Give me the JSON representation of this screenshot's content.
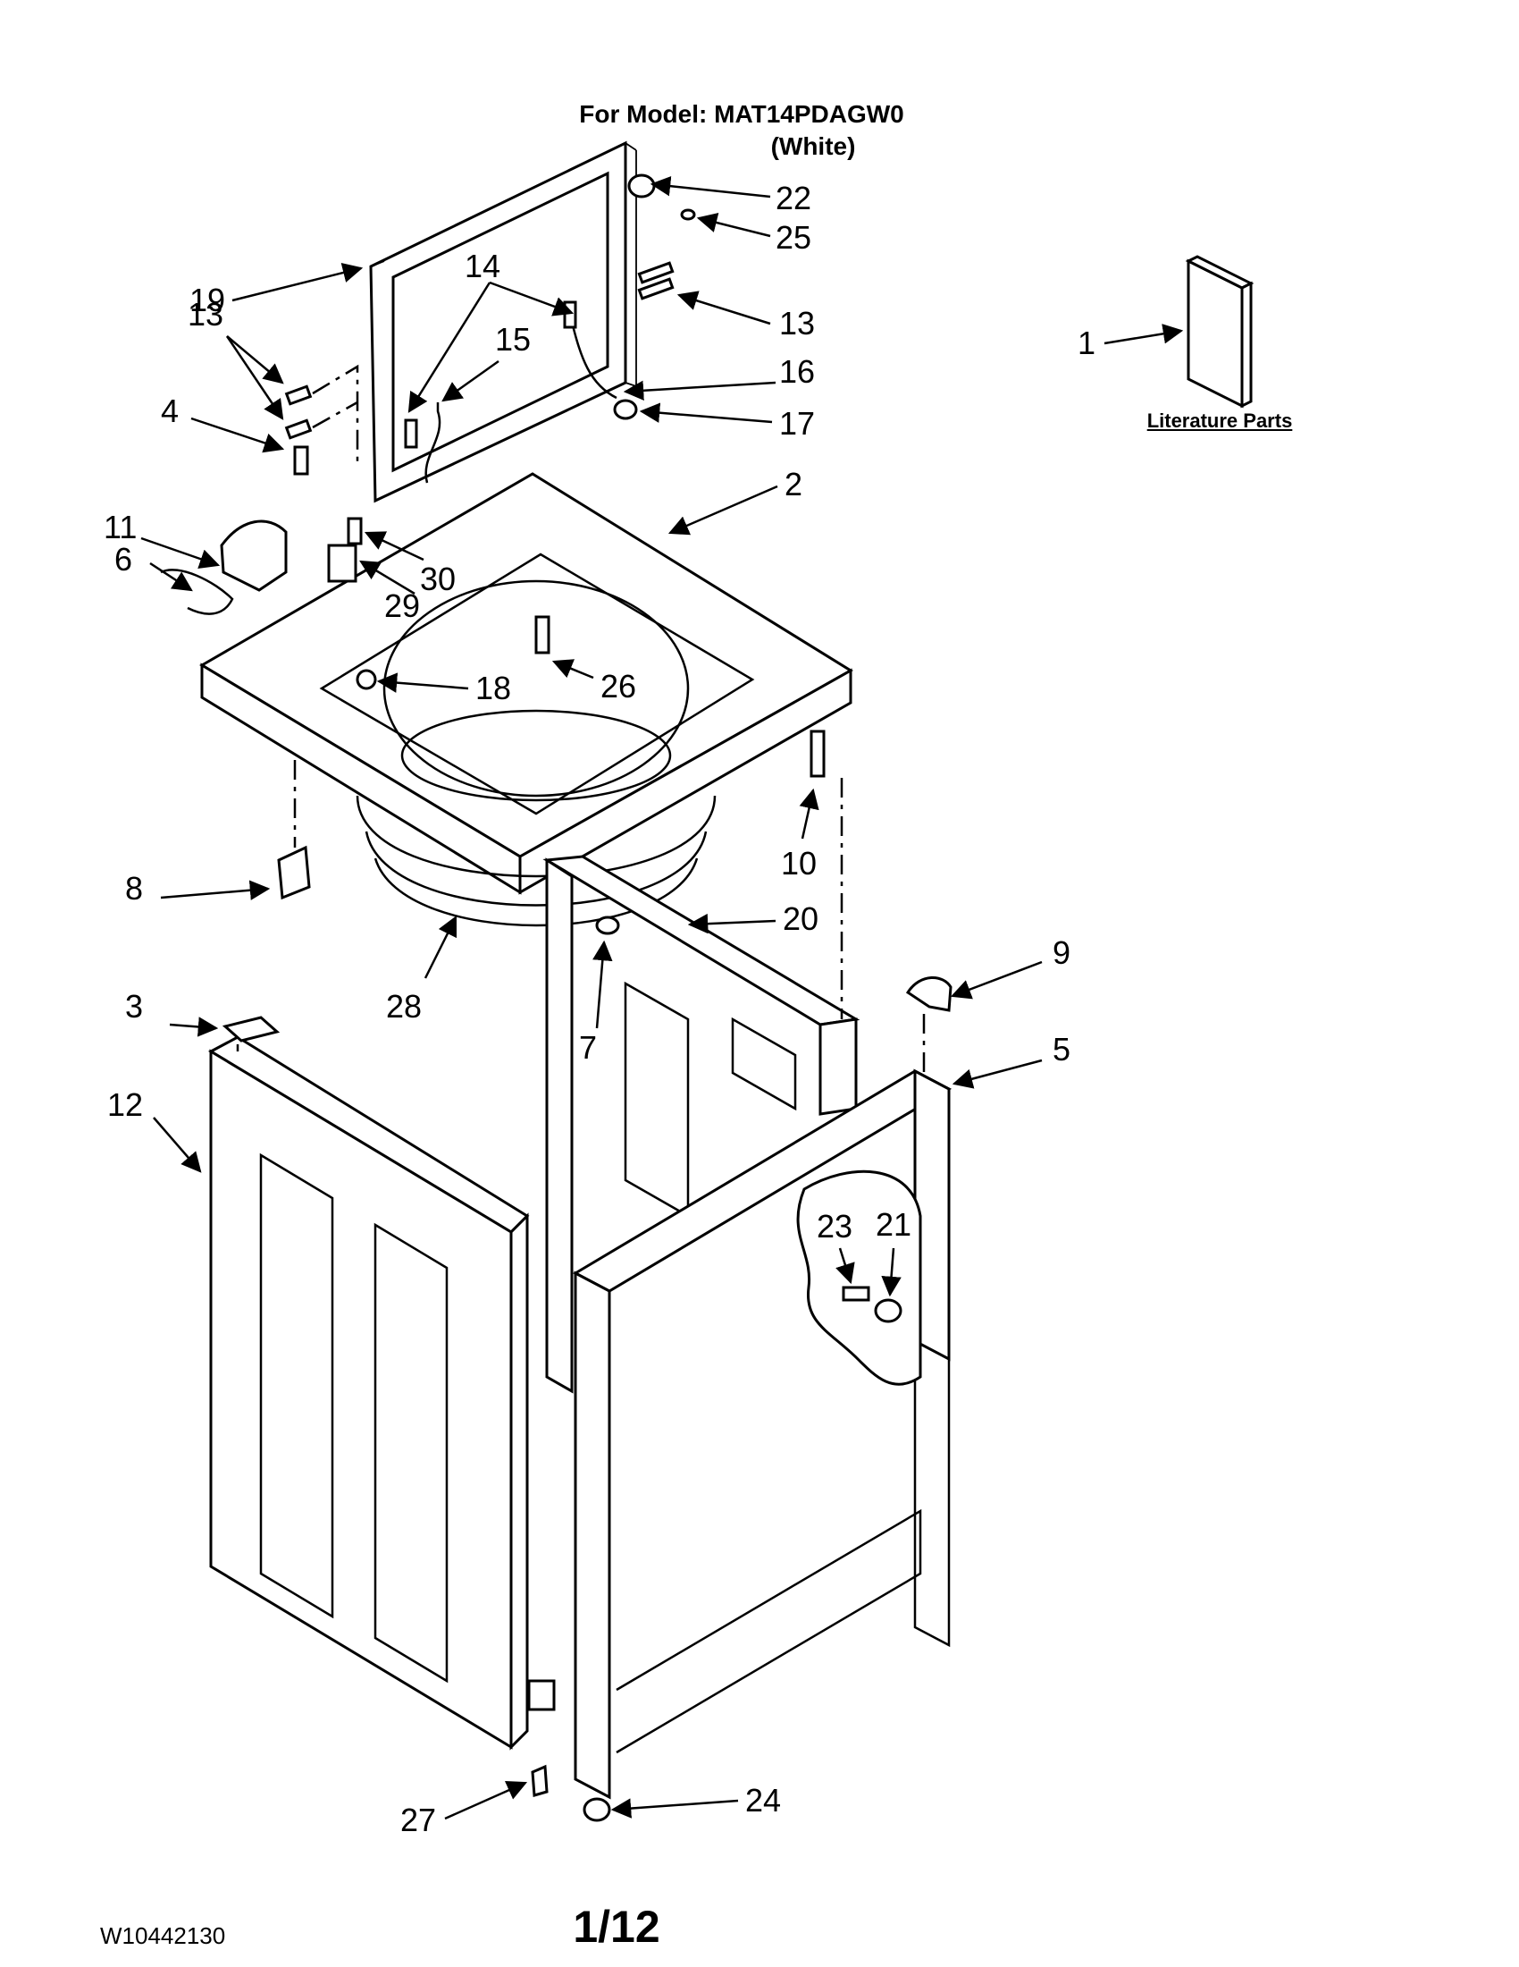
{
  "header": {
    "model_line": "For Model: MAT14PDAGW0",
    "color_line": "(White)"
  },
  "literature_label": "Literature Parts",
  "footer": {
    "doc_number": "W10442130",
    "page": "1/12"
  },
  "callouts": [
    "1",
    "2",
    "3",
    "4",
    "5",
    "6",
    "7",
    "8",
    "9",
    "10",
    "11",
    "12",
    "13",
    "13",
    "14",
    "15",
    "16",
    "17",
    "18",
    "19",
    "20",
    "21",
    "22",
    "23",
    "24",
    "25",
    "26",
    "27",
    "28",
    "29",
    "30"
  ]
}
